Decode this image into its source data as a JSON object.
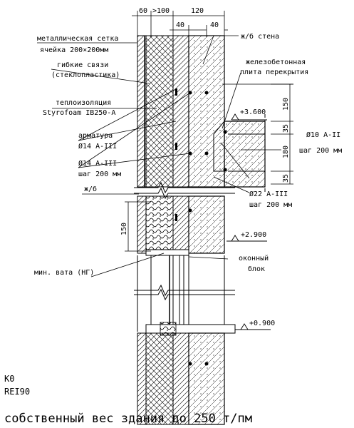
{
  "dimensions": {
    "top": [
      "60",
      ">100",
      "120"
    ],
    "inner": [
      "40",
      "40"
    ],
    "slab_top": "150",
    "slab_parts": [
      "35",
      "180",
      "35"
    ],
    "window_top": "150"
  },
  "labels": {
    "mesh_line1": "металлическая сетка",
    "mesh_line2": "ячейка 200×200мм",
    "ties_line1": "гибкие связи",
    "ties_line2": "(стеклопластика)",
    "insul_line1": "теплоизоляция",
    "insul_line2": "Styrofoam IB250-A",
    "rebar_line1": "арматура",
    "rebar_line2": "Ø14 A-III",
    "rebar2_line1": "Ø14 A-III",
    "rebar2_line2": "шаг 200 мм",
    "rc_small": "ж/б",
    "rc_wall": "ж/б стена",
    "slab_line1": "железобетонная",
    "slab_line2": "плита перекрытия",
    "rebar10_line1": "Ø10 A-II",
    "rebar10_line2": "шаг 200 мм",
    "rebar22_line1": "Ø22 A-III",
    "rebar22_line2": "шаг 200 мм",
    "window_line1": "оконный",
    "window_line2": "блок",
    "mineral_wool": "мин. вата (НГ)"
  },
  "levels": {
    "slab": "+3.600",
    "window_top": "+2.900",
    "window_bottom": "+0.900"
  },
  "ratings": {
    "k": "К0",
    "rei": "REI90"
  },
  "caption": "собственный вес здания до 250 т/пм"
}
